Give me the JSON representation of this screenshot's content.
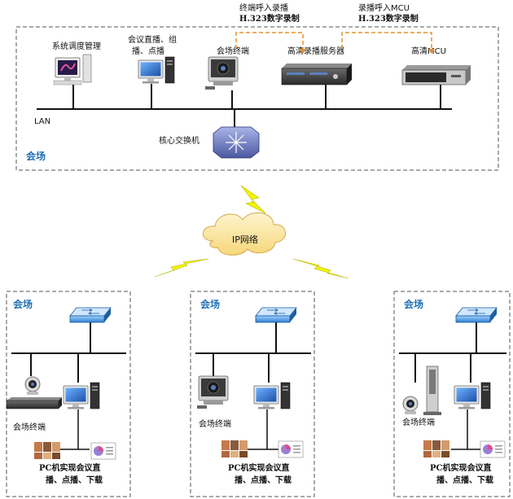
{
  "top_site": {
    "zone_label": "会场",
    "lan_label": "LAN",
    "devices": {
      "dispatch": "系统调度管理",
      "conf_line1": "会议直播、组",
      "conf_line2": "播、点播",
      "terminal": "会场终端",
      "hd_server": "高清录播服务器",
      "hd_mcu": "高清MCU",
      "core_switch": "核心交换机"
    },
    "annotations": {
      "a1_line1": "终端呼入录播",
      "a1_line2": "H.323数字录制",
      "a2_line1": "录播呼入MCU",
      "a2_line2": "H.323数字录制"
    }
  },
  "cloud_label": "IP网络",
  "sites": [
    {
      "zone_label": "会场",
      "terminal_label": "会场终端",
      "pc_line1": "PC机实现会议直",
      "pc_line2": "播、点播、下载"
    },
    {
      "zone_label": "会场",
      "terminal_label": "会场终端",
      "pc_line1": "PC机实现会议直",
      "pc_line2": "播、点播、下载"
    },
    {
      "zone_label": "会场",
      "terminal_label": "会场终端",
      "pc_line1": "PC机实现会议直",
      "pc_line2": "播、点播、下载"
    }
  ],
  "colors": {
    "zone_text": "#1f6fb5",
    "annotation_line": "#e8902c",
    "lightning": "#f3f300",
    "cloud": "#fde9a8",
    "switch_blue": "#2f7fcf",
    "core_switch": "#6f7fb9"
  }
}
